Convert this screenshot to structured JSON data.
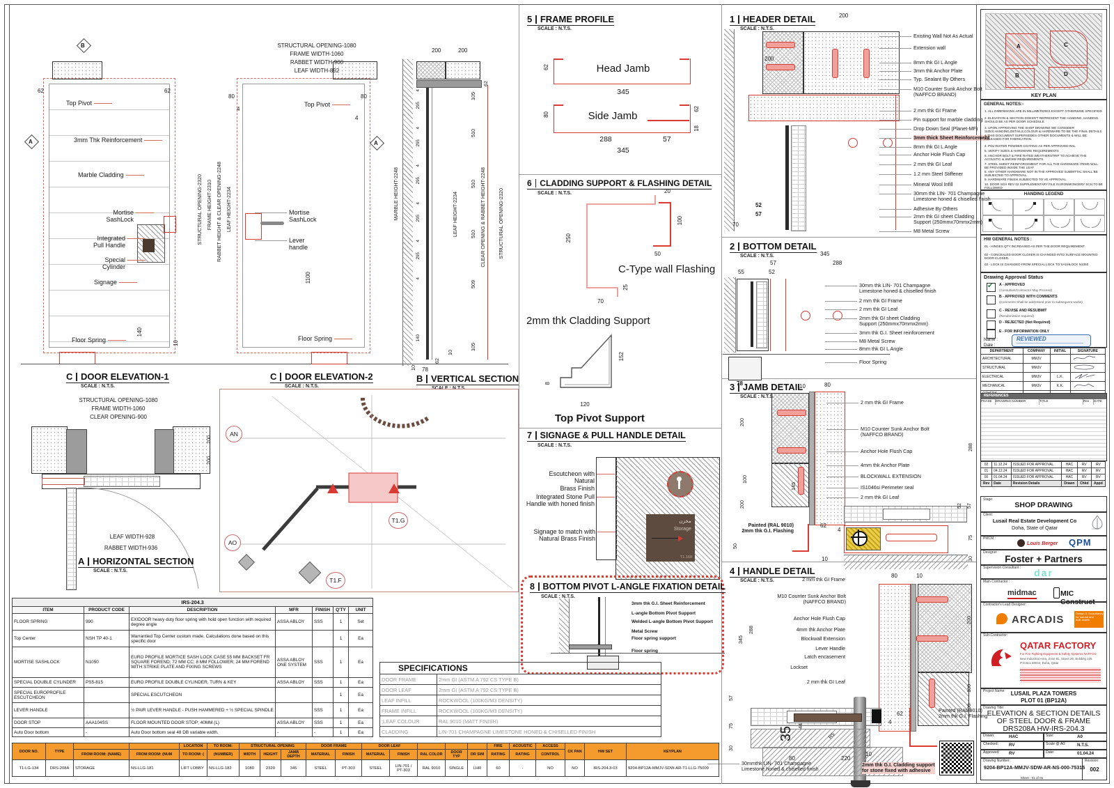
{
  "colors": {
    "red": "#d93a32",
    "orange": "#f59b2e",
    "brown": "#5d4b40",
    "yellow": "#e8cd4e",
    "teal": "#7fe3d1",
    "arcadis_orange": "#f07d00",
    "qatar_red": "#cf1f25",
    "blue_stamp": "#3a6fb5"
  },
  "t": {
    "e1n": "C",
    "e1": "DOOR ELEVATION-1",
    "e2n": "C",
    "e2": "DOOR ELEVATION-2",
    "vn": "B",
    "v": "VERTICAL SECTION",
    "hn": "A",
    "h": "HORIZONTAL SECTION",
    "n5": "5",
    "t5": "FRAME PROFILE",
    "n6": "6",
    "t6": "CLADDING SUPPORT & FLASHING DETAIL",
    "n7": "7",
    "t7": "SIGNAGE & PULL HANDLE DETAIL",
    "n8": "8",
    "t8": "BOTTOM PIVOT L-ANGLE FIXATION DETAIL",
    "n1": "1",
    "t1": "HEADER DETAIL",
    "n2": "2",
    "t2": "BOTTOM DETAIL",
    "n3": "3",
    "t3": "JAMB DETAIL",
    "n4": "4",
    "t4": "HANDLE DETAIL",
    "sc": "SCALE : N.T.S."
  },
  "e1": {
    "bubble": "B",
    "a": "A",
    "d62l": "62",
    "d62r": "62",
    "d140": "140",
    "d10": "10",
    "labels": [
      "Top Pivot",
      "3mm Thk Reinforcement",
      "Marble Cladding",
      "Mortise\nSashLock",
      "Integrated\nPull Handle",
      "Special\nCylinder",
      "Signage",
      "Floor Spring"
    ]
  },
  "e2": {
    "a": "A",
    "top": [
      "STRUCTURAL OPENING-1080",
      "FRAME WIDTH-1060",
      "RABBET WIDTH-900",
      "LEAF WIDTH-892"
    ],
    "labels": [
      "Top Pivot",
      "Mortise\nSashLock",
      "Lever\nhandle",
      "Floor Spring"
    ],
    "d80l": "80",
    "d80r": "80",
    "d4a": "4",
    "d4b": "4",
    "d1100": "1100",
    "side": [
      "STRUCTURAL OPENING-2320",
      "FRAME HEIGHT-2310",
      "RABBET HEIGHT & CLEAR OPENING-2248",
      "LEAF HEIGHT-2234"
    ]
  },
  "vs": {
    "t200a": "200",
    "t200b": "200",
    "d62t": "62",
    "left": "MARBLE HEIGHT-2248",
    "ld": [
      "4",
      "295",
      "4",
      "295",
      "4",
      "295",
      "4",
      "295",
      "4",
      "295",
      "4",
      "140"
    ],
    "rd": [
      "105",
      "510",
      "510",
      "510",
      "509",
      "105"
    ],
    "mid": [
      "LEAF HEIGHT-2234",
      "CLEAR OPENING & RABBET HEIGHT-2248",
      "STRUCTURAL OPENING-2320"
    ],
    "b78": "78",
    "b62": "62",
    "b10": "10",
    "b10b": "10"
  },
  "hs": {
    "top": [
      "STRUCTURAL OPENING-1080",
      "FRAME WIDTH-1060",
      "CLEAR OPENING-900"
    ],
    "bot": [
      "LEAF WIDTH-928",
      "RABBET WIDTH-936"
    ],
    "r200a": "200",
    "r200b": "200"
  },
  "plan": {
    "an": "AN",
    "ao": "AO",
    "tg": "T1.G",
    "tf": "T1.F"
  },
  "d5": {
    "head": "Head Jamb",
    "side": "Side Jamb",
    "h62": "62",
    "h345": "345",
    "s80": "80",
    "s288": "288",
    "s57": "57",
    "s345": "345",
    "s62": "62",
    "s18": "18"
  },
  "d6": {
    "f20": "20",
    "f100": "100",
    "f50": "50",
    "flabel": "C-Type wall Flashing",
    "c250": "250",
    "c70": "70",
    "c25": "25",
    "clabel": "2mm thk Cladding Support",
    "p152": "152",
    "p120": "120",
    "p8": "8",
    "plabel": "Top Pivot Support"
  },
  "d7": {
    "labels": [
      "Escutcheon with Natural\nBrass Finish",
      "Integrated Stone Pull\nHandle with honed finish",
      "Signage to match with\nNatural Brass Finish"
    ],
    "ar": "مخزن",
    "en": "Storage",
    "code": "T1.168"
  },
  "d8": {
    "labels": [
      "3mm thk G.I. Sheet Reinforcement",
      "L-angle Bottom Pivot Support",
      "Welded L-angle Bottom Pivot Support",
      "Metal Screw",
      "Floor spring support",
      "Floor spring"
    ]
  },
  "d1": {
    "d200t": "200",
    "d200l": "200",
    "d70": "70",
    "d52": "52",
    "d57": "57",
    "labels": [
      "Existing Wall Not As Actual",
      "Extension wall",
      "8mm thk GI L Angle",
      "3mm thk Anchor Plate",
      "Typ. Sealant By Others",
      "M10 Counter Sunk Anchor Bolt\n(NAFFCO BRAND)",
      "2 mm thk GI Frame",
      "Pin support for marble cladding",
      "Drop Down Seal (Planet-MF)",
      "3mm thick Sheet Reinforcement",
      "8mm thk GI L Angle",
      "Anchor Hole Flush Cap",
      "2 mm thk GI Leaf",
      "1.2 mm Steel Stiffener",
      "Mineral Wool Infill",
      "30mm thk LIN- 701 Champagne\nLimestone honed & chiselled finish",
      "Adhesive By Others",
      "2mm thk GI sheet Cladding\nSupport (250mmx70mmx2mm)",
      "M8 Metal Screw"
    ]
  },
  "d2": {
    "d345": "345",
    "d57": "57",
    "d288": "288",
    "d55": "55",
    "d52": "52",
    "d78": "78",
    "labels": [
      "30mm thk LIN- 701 Champagne\nLimestone honed & chiselled finish",
      "2 mm thk GI Frame",
      "2 mm thk GI Leaf",
      "2mm thk GI sheet Cladding\nSupport (250mmx70mmx2mm)",
      "3mm thk G.I. Sheet reinforcement",
      "M8 Metal Screw",
      "8mm thk GI L Angle",
      "Floor Spring"
    ]
  },
  "d3": {
    "labels": [
      "2 mm thk GI Frame",
      "M10 Counter Sunk Anchor Bolt\n(NAFFCO BRAND)",
      "Anchor Hole Flush Cap",
      "4mm thk Anchor Plate",
      "BLOCKWALL EXTENSION",
      "IS1046si Perimeter seal",
      "2 mm thk GI Leaf"
    ],
    "painted": "Painted (RAL 9010)\n2mm thk G.I. Flashing",
    "d10a": "10",
    "d80": "80",
    "d200a": "200",
    "d100": "100",
    "d200b": "200",
    "d145": "145",
    "d62": "62",
    "d4": "4",
    "d50": "50",
    "d10b": "10",
    "d288": "288",
    "d52": "52",
    "d57": "57",
    "d75": "75",
    "d30": "30"
  },
  "d4": {
    "labels": [
      "2 mm thk GI Frame",
      "M10 Counter Sunk Anchor Bolt\n(NAFFCO BRAND)",
      "Anchor Hole Flush Cap",
      "4mm thk Anchor Plate",
      "Blockwall Extension",
      "Lever Handle",
      "Latch encasement",
      "Lockset",
      "2 mm thk GI Leaf"
    ],
    "painted": "Painted (RAL 9010)\n2mm thk G.I. Flashing",
    "stone": "30mmthk LIN- 701 Champagne\nLimestone honed & chiselled finish",
    "clad": "2mm thk G.I. Cladding support\nfor stone fixed with adhesive",
    "d80a": "80",
    "d10a": "10",
    "d200a": "200",
    "d100": "100",
    "d200b": "200",
    "d288": "288",
    "d345": "345",
    "d57": "57",
    "d75": "75",
    "d30": "30",
    "d35": "35",
    "d44": "44",
    "d80b": "80",
    "dr5": "R5",
    "d220": "220",
    "d10b": "10",
    "d62": "62",
    "d4": "4"
  },
  "kp": {
    "title": "KEY PLAN",
    "a": "A",
    "b": "B",
    "c": "C",
    "d": "D"
  },
  "gn": {
    "title": "GENERAL NOTES:-",
    "items": [
      "1.  ALL DIMENSIONS ARE IN MILLIMETERES EXCEPT OTHERWISE SPECIFIED",
      "2.  ELEVATION & SECTION DOESN'T REPRESENT THE HANDING, HANDING SHOULD BE AS PER DOOR SCHEDULE",
      "3.  UPON APPROVING THE SHOP DRAWING WE CONSIDER SIZES,HANDING,DETAILS,COLOUR & HARDWARE TO BE THE FINAL DETAILS & THIS DOCUMENT SUPERSEDES OTHER DOCUMENTS & WILL BE RELEASED FOR FABRICATION.",
      "4.  POLYESTER POWDER COATING AS PER APPROVED RAL",
      "5.  VERIFY SIZES & HARDWARE REQUIREMENTS",
      "6.  ANCHOR BOLT & FIRE RATED WEATHERSTRIP TO ACHIEVE THE ACOUSTIC & SMOKE REQUIREMENTS.",
      "7.  STEEL SHEET REINFORCEMENT FOR ALL THE HARDWARE ITEMS WILL BE PROVIDED INSIDE THE LEAF",
      "8.  ANY OTHER HARDWARE NOT IN THE APPROVED SUBMITTAL SHALL BE SUBJECTED TO APPROVAL.",
      "9.  HARDWARE FINISH SUBJECTED TO VE APPROVAL.",
      "10. DOOR SCH REV 02 SUPPLEMENTARY FILE IN IRONMONGERY SCH TO BE FOLLOWED"
    ]
  },
  "hl": {
    "title": "HANDING LEGEND"
  },
  "hw": {
    "title": "HW GENERAL NOTES :",
    "items": [
      "01 - HINGES QTY INCREASED AS PER THE DOOR REQUIREMENT.",
      "02 - CONCEALED DOOR CLOSER IS CHANGED INTO SURFACE MOUNTED DOOR CLOSER.",
      "03 - LOCK IS CHANGED FROM SPECIAL LOCK TO SASHLOCK N1050"
    ]
  },
  "ap": {
    "title": "Drawing Approval Status",
    "check": "✔",
    "name": "Name :",
    "date": "Date :",
    "stamp": "REVIEWED",
    "items": [
      {
        "c": "A - APPROVED",
        "s": "(Consultant/Contractor May Proceed)"
      },
      {
        "c": "B - APPROVED WITH COMMENTS",
        "s": "(Comments Shall be addressed prior to subsequent works)"
      },
      {
        "c": "C - REVISE AND RESUBMIT",
        "s": "(Resubmission required)"
      },
      {
        "c": "D - REJECTED (Not Required)",
        "s": ""
      },
      {
        "c": "E - FOR INFORMATION ONLY",
        "s": ""
      }
    ]
  },
  "dept": {
    "h": [
      "DEPARTMENT",
      "COMPANY",
      "INITIAL",
      "SIGNATURE"
    ],
    "rows": [
      [
        "ARCHITECTURAL",
        "MMJV"
      ],
      [
        "STRUCTURAL",
        "MMJV"
      ],
      [
        "ELECTRICAL",
        "MMJV"
      ],
      [
        "MECHANICAL",
        "MMJV"
      ],
      [
        "OTHERS",
        ""
      ]
    ],
    "init": [
      "",
      "",
      "L.K.",
      "K.K.",
      ""
    ]
  },
  "refs": {
    "title": "REFERENCES",
    "h": [
      "PHASE",
      "DRAWING NUMBER",
      "TITLE",
      "Rev",
      "DATE"
    ]
  },
  "rev": {
    "h": [
      "Rev",
      "Date",
      "Revision Details",
      "Drawn",
      "Chkd",
      "Appd"
    ],
    "rows": [
      [
        "02",
        "11.12.24",
        "ISSUED FOR APPROVAL",
        "HAC",
        "RV",
        "RV"
      ],
      [
        "01",
        "04.12.24",
        "ISSUED FOR APPROVAL",
        "HAC",
        "RV",
        "RV"
      ],
      [
        "00",
        "01.04.24",
        "ISSUED FOR APPROVAL",
        "HAC",
        "RV",
        "RV"
      ]
    ]
  },
  "tb": {
    "stage_l": "Stage:",
    "stage": "SHOP DRAWING",
    "client_l": "Client:",
    "client1": "Lusail Real Estate Development Co",
    "client2": "Doha, State of Qatar",
    "client_logo": "Lusail",
    "pmcm_l": "PMCM :",
    "pmcm1": "Louis Berger",
    "pmcm2": "QPM",
    "designer_l": "Designer :",
    "designer": "Foster + Partners",
    "superv_l": "Supervision Consultant :",
    "superv": "dar",
    "contr_l": "Main Contractor :",
    "contr1": "midmac",
    "contr2": "MIC Construct",
    "lead_l": "Contractor's Lead Designer:",
    "lead": "ARCADIS",
    "lead_tag": "Design & Consultancy\nfor natural and\nbuilt assets",
    "sub_l": "Sub-Contractor:",
    "sub": "QATAR FACTORY",
    "sub1": "For Fire Fighting Equipment & Safety Systems NAFFCO",
    "sub2": "New Industrial Area, Zone 81, Street 29, Building 105",
    "sub3": "P.O.Box 60044, Doha, Qatar",
    "proj_l": "Project Name:",
    "proj1": "LUSAIL PLAZA TOWERS",
    "proj2": "PLOT 01 (BP12A)",
    "dt_l": "Drawing Title:",
    "dt1": "ELEVATION & SECTION DETAILS",
    "dt2": "OF STEEL DOOR & FRAME",
    "dt3": "DRS208A HW-IRS-204.3",
    "drawn_l": "Drawn:",
    "drawn": "HAC",
    "size_l": "Size:",
    "size": "A0",
    "chk_l": "Checked:",
    "chk": "RV",
    "scale_l": "Scale @ A0:",
    "scale": "N.T.S.",
    "app_l": "Approved:",
    "app": "RV",
    "date_l": "Date:",
    "date": "01.04.24",
    "no_l": "Drawing Number:",
    "no": "9204-BP12A-MMJV-SDW-AR-NS-000-75315",
    "rev_l": "Revision:",
    "rev": "002",
    "sheet": "Sheet :  01  of  01"
  },
  "items": {
    "title": "IRS-204.3",
    "h": [
      "ITEM",
      "PRODUCT CODE",
      "DESCRIPTION",
      "MFR",
      "FINISH",
      "Q'TY",
      "UNIT"
    ],
    "rows": [
      [
        "FLOOR SPRING",
        "990",
        "EXIDOOR heavy duty floor spring with hold open function with required degree angle",
        "ASSA ABLOY",
        "SSS",
        "1",
        "Set"
      ],
      [
        "Top Center",
        "NSH TP 40-1",
        "Warrantied Top Center custom made. Calculations done based on this specific door",
        "",
        "",
        "1",
        "Ea"
      ],
      [
        "MORTISE SASHLOCK",
        "N1050",
        "EURO PROFILE MORTICE SASH LOCK CASE 55 MM BACKSET FR SQUARE FOREND; 72 MM CC; 8 MM FOLLOWER; 24 MM FOREND WITH  STRIKE PLATE AND FIXING SCREWS",
        "ASSA ABLOY ONE SYSTEM",
        "SSS",
        "1",
        "Ea"
      ],
      [
        "SPECIAL DOUBLE CYLINDER",
        "PS5-815",
        "EURO PROFILE DOUBLE CYLINDER, TURN & KEY",
        "ASSA ABLOY",
        "SSS",
        "1",
        "Ea"
      ],
      [
        "SPECIAL EUROPROFILE ESCUTCHEON",
        "",
        "SPECIAL ESCUTCHEON",
        "",
        "",
        "1",
        "Ea"
      ],
      [
        "LEVER HANDLE",
        "",
        "½ PAIR LEVER HANDLE - PUSH HAMMERED + ½ SPECIAL SPINDLE",
        "",
        "SSS",
        "1",
        "Ea"
      ],
      [
        "DOOR STOP",
        "AAA104SS",
        "FLOOR MOUNTED DOOR STOP; 40MM (L)",
        "ASSA ABLOY",
        "SSS",
        "1",
        "Ea"
      ],
      [
        "Auto Door bottom",
        "-",
        "Auto Door bottom seal 48 DB variable width.",
        "-",
        "-",
        "1",
        "Ea"
      ]
    ]
  },
  "specs": {
    "title": "SPECIFICATIONS",
    "rows": [
      [
        "DOOR FRAME",
        "2mm GI (ASTM A 792 CS TYPE B)"
      ],
      [
        "DOOR LEAF",
        "2mm GI (ASTM A 792 CS TYPE B)"
      ],
      [
        "LEAF INFILL",
        "ROCKWOOL (100KG/M3 DENSITY)"
      ],
      [
        "FRAME INFILL",
        "ROCKWOOL (100KG/M3 DENSITY)"
      ],
      [
        ";LEAF COLOUR",
        "RAL 9010 (MATT FINISH)"
      ],
      [
        "CLADDING",
        "LIN-701 CHAMPAGNE LIMESTONE HONED & CHISELLED FINISH"
      ]
    ]
  },
  "sched": {
    "c_doorno": "DOOR NO.",
    "c_type": "TYPE",
    "c_location": "LOCATION",
    "c_toroom": "TO ROOM:",
    "c_so": "STRUCTURAL OPENING",
    "c_frame": "DOOR FRAME",
    "c_leaf": "DOOR LEAF",
    "c_fire": "FIRE",
    "c_acoustic": "ACOUSTIC",
    "c_access": "ACCESS",
    "c_ckpan": "CK PAN",
    "c_hwset": "HW SET",
    "c_keyplan": "KEYPLAN",
    "c_fromname": "FROM ROOM: (NAME)",
    "c_fromnum": "FROM ROOM: (NUM",
    "c_toroom2": "TO ROOM: (",
    "c_tonum": "(NUMBER)",
    "c_width": "WIDTH",
    "c_height": "HEIGHT",
    "c_jamb": "JAMB DEPTH",
    "c_mat1": "MATERIAL",
    "c_fin1": "FINISH",
    "c_mat2": "MATERIAL",
    "c_fin2": "FINISH",
    "c_ral": "RAL COLOR",
    "c_doortype": "DOOR TYP",
    "c_swing": "OR SWI",
    "c_rating1": "RATING",
    "c_rating2": "RATING",
    "c_control": "CONTROL",
    "row": [
      "T1-LG-134",
      "DRS-208A",
      "STORAGE",
      "NS-LLG-181",
      "LIFT LOBBY",
      "NS-LLG-182",
      "1080",
      "2320",
      "345",
      "STEEL",
      "PT-303",
      "STEEL",
      "LIN-701 /\nPT-303",
      "RAL 9010",
      "SINGLE",
      "LHR",
      "60",
      "-",
      "NO",
      "NO",
      "IRS-204.3-03",
      "9204-BP12A-MMJV-SDW-AR-T1-LLG-75009"
    ]
  }
}
